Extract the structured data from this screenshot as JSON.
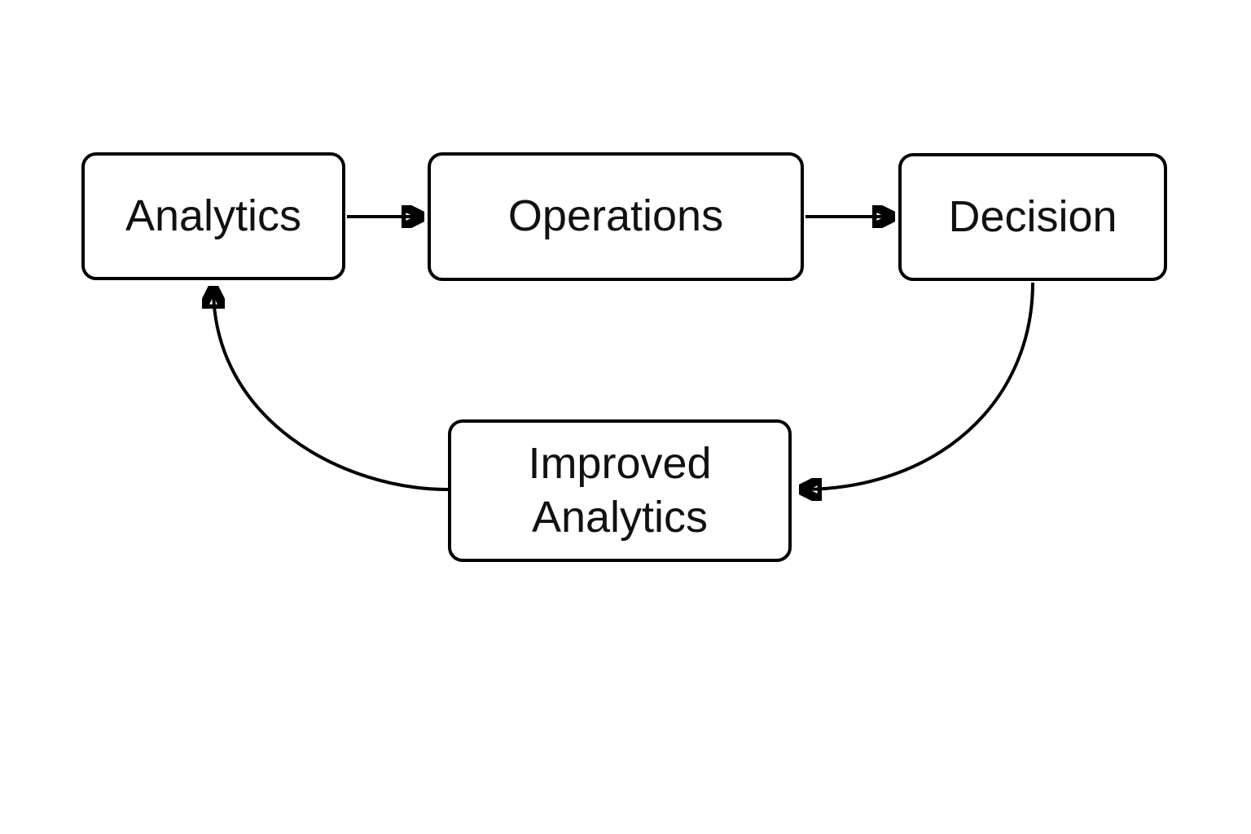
{
  "diagram": {
    "type": "flowchart",
    "background_color": "#ffffff",
    "line_color": "#000000",
    "text_color": "#111111",
    "nodes": [
      {
        "id": "analytics",
        "label": "Analytics"
      },
      {
        "id": "operations",
        "label": "Operations"
      },
      {
        "id": "decision",
        "label": "Decision"
      },
      {
        "id": "improved-analytics",
        "label": "Improved Analytics"
      }
    ],
    "edges": [
      {
        "from": "analytics",
        "to": "operations",
        "style": "straight-arrow"
      },
      {
        "from": "operations",
        "to": "decision",
        "style": "straight-arrow"
      },
      {
        "from": "decision",
        "to": "improved-analytics",
        "style": "curved-arrow"
      },
      {
        "from": "improved-analytics",
        "to": "analytics",
        "style": "curved-arrow"
      }
    ]
  }
}
